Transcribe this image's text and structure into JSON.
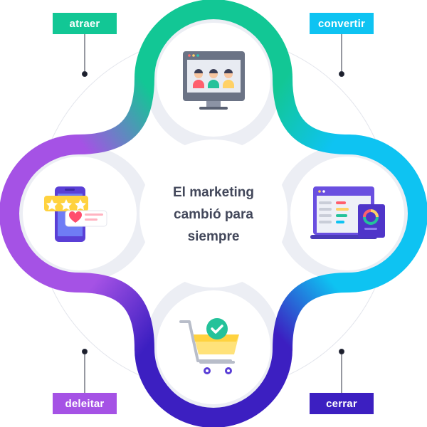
{
  "stages": {
    "attract": "atraer",
    "convert": "convertir",
    "close": "cerrar",
    "delight": "deleitar"
  },
  "center": {
    "line1": "El marketing",
    "line2": "cambió para",
    "line3": "siempre"
  },
  "colors": {
    "attract": "#12c795",
    "convert": "#0ec3f2",
    "close": "#3c1fc1",
    "delight": "#a552e5",
    "text": "#42475a",
    "hub": "#eceef4"
  },
  "icons": {
    "top": "monitor-team-icon",
    "right": "dashboard-chart-icon",
    "bottom": "shopping-cart-check-icon",
    "left": "phone-review-icon"
  }
}
